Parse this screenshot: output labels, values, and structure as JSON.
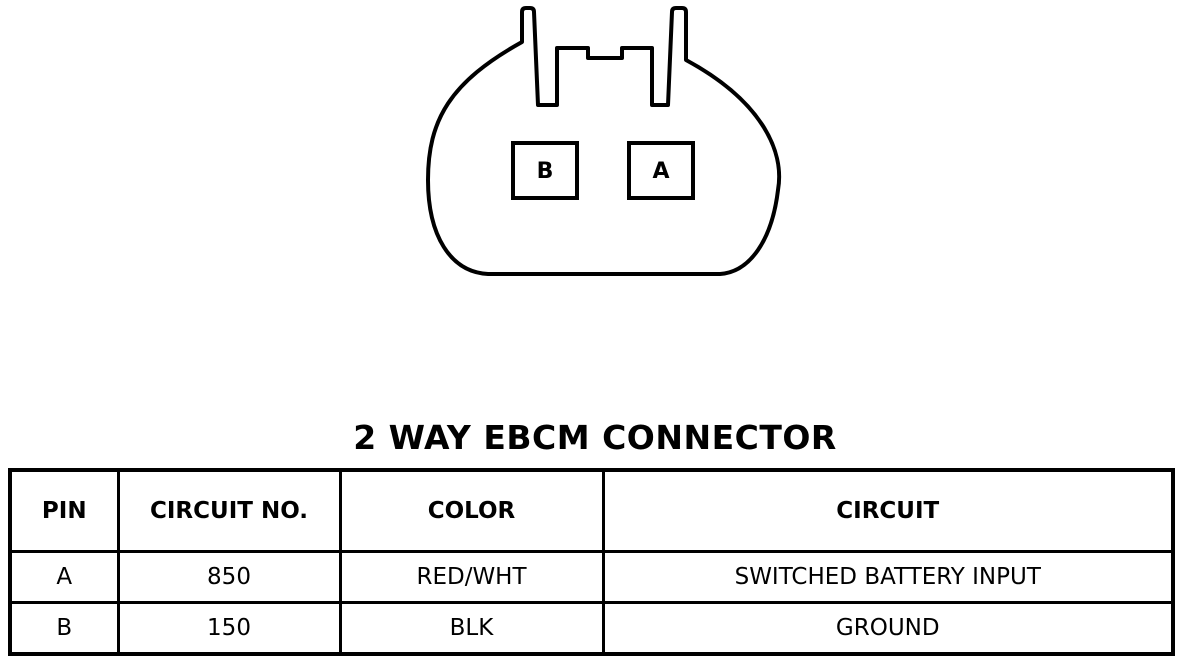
{
  "connector": {
    "title": "2 WAY EBCM CONNECTOR",
    "cavities": [
      "B",
      "A"
    ]
  },
  "table": {
    "headers": [
      "PIN",
      "CIRCUIT NO.",
      "COLOR",
      "CIRCUIT"
    ],
    "rows": [
      [
        "A",
        "850",
        "RED/WHT",
        "SWITCHED BATTERY INPUT"
      ],
      [
        "B",
        "150",
        "BLK",
        "GROUND"
      ]
    ]
  }
}
